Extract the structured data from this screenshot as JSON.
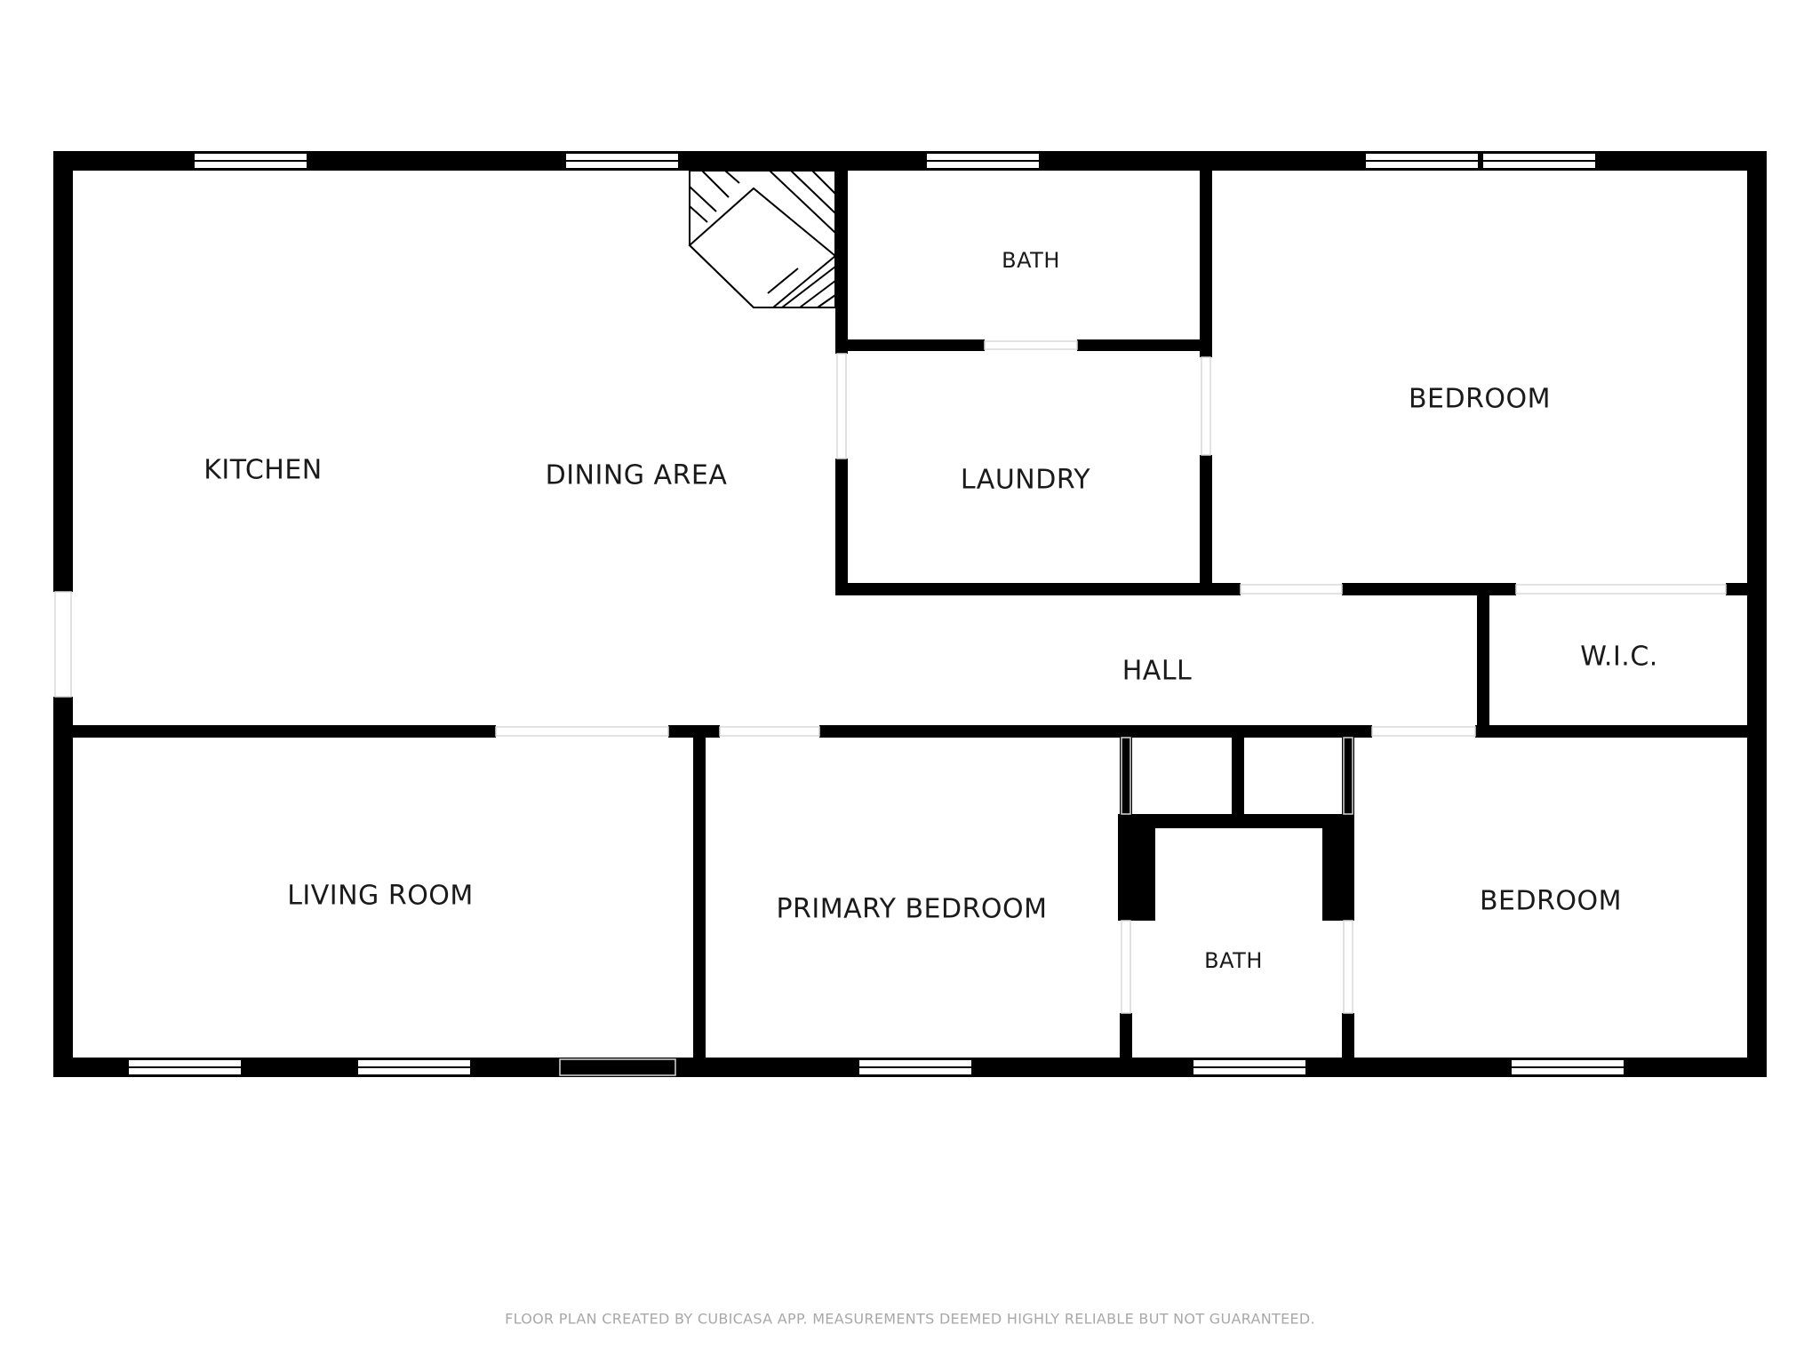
{
  "rooms": {
    "kitchen": "KITCHEN",
    "dining_area": "DINING AREA",
    "bath_top": "BATH",
    "laundry": "LAUNDRY",
    "bedroom_top": "BEDROOM",
    "hall": "HALL",
    "wic": "W.I.C.",
    "living_room": "LIVING ROOM",
    "primary_bedroom": "PRIMARY BEDROOM",
    "bath_bottom": "BATH",
    "bedroom_bottom": "BEDROOM"
  },
  "footer": "FLOOR PLAN CREATED BY CUBICASA APP. MEASUREMENTS DEEMED HIGHLY RELIABLE BUT NOT GUARANTEED.",
  "colors": {
    "wall": "#000000",
    "background": "#ffffff",
    "footer_text": "#a8a8a8"
  }
}
